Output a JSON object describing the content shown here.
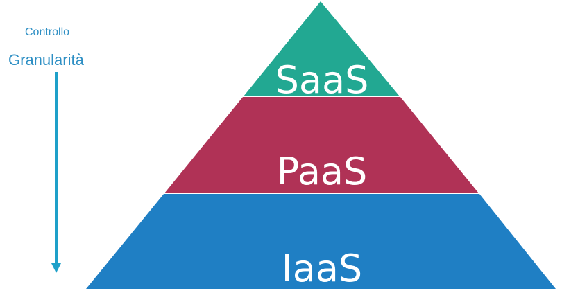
{
  "axis": {
    "top_label": "Controllo",
    "bottom_label": "Granularità"
  },
  "tiers": [
    {
      "name": "SaaS",
      "color": "#22a892"
    },
    {
      "name": "PaaS",
      "color": "#b03256"
    },
    {
      "name": "IaaS",
      "color": "#1f7fc4"
    }
  ],
  "colors": {
    "axis_text": "#2e8fc4",
    "arrow": "#1ea0c9"
  }
}
